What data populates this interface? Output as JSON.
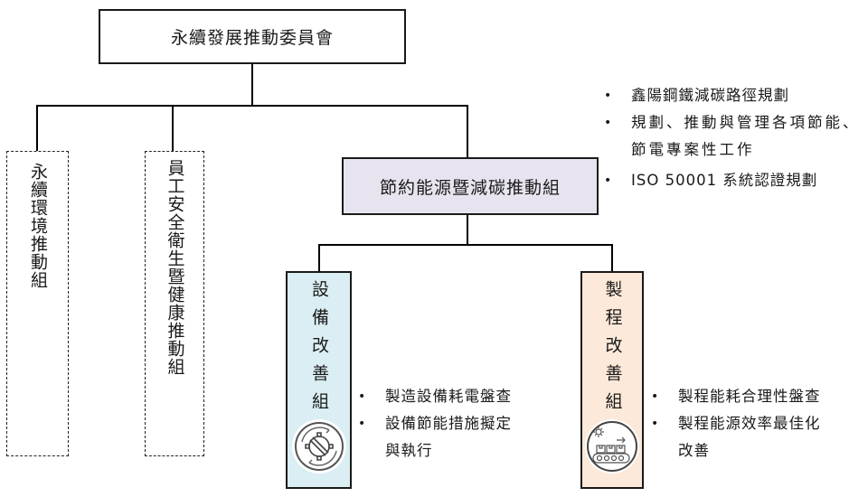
{
  "diagram": {
    "committee": {
      "label": "永續發展推動委員會"
    },
    "groups": [
      {
        "id": "sustain-env",
        "label": "永續環境推動組",
        "style": "dashed"
      },
      {
        "id": "safety-health",
        "label": "員工安全衛生暨健康推動組",
        "style": "dashed"
      },
      {
        "id": "energy-carbon",
        "label": "節約能源暨減碳推動組",
        "style": "solid",
        "color": "#e8e4ef"
      }
    ],
    "energy_carbon_tasks": [
      "鑫陽鋼鐵減碳路徑規劃",
      "規劃、推動與管理各項節能、節電專案性工作",
      "ISO 50001 系統認證規劃"
    ],
    "energy_carbon_tasks_lines": [
      {
        "text": "鑫陽鋼鐵減碳路徑規劃",
        "bullet": true
      },
      {
        "text": "規劃、推動與管理各項節能、",
        "bullet": true
      },
      {
        "text": "節電專案性工作",
        "bullet": false
      },
      {
        "text": "ISO 50001 系統認證規劃",
        "bullet": true
      }
    ],
    "subgroups": [
      {
        "id": "equipment",
        "label": "設備改善組",
        "color": "#daeef3",
        "icon": "gear-wrench-cycle-icon",
        "tasks_lines": [
          {
            "text": "製造設備耗電盤查",
            "bullet": true
          },
          {
            "text": "設備節能措施擬定",
            "bullet": true
          },
          {
            "text": "與執行",
            "bullet": false
          }
        ]
      },
      {
        "id": "process",
        "label": "製程改善組",
        "color": "#fde9d9",
        "icon": "conveyor-belt-gear-icon",
        "tasks_lines": [
          {
            "text": "製程能耗合理性盤查",
            "bullet": true
          },
          {
            "text": "製程能源效率最佳化",
            "bullet": true
          },
          {
            "text": "改善",
            "bullet": false
          }
        ]
      }
    ]
  }
}
